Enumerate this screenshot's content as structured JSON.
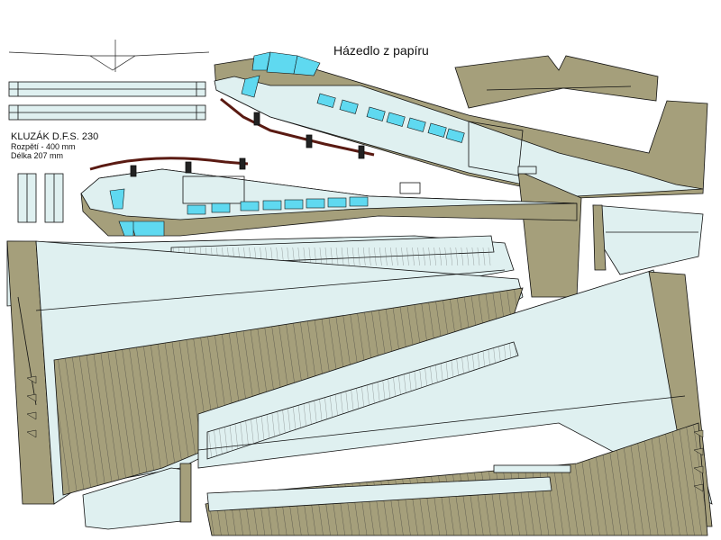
{
  "sheet": {
    "title": "Házedlo z papíru",
    "model_name": "KLUZÁK D.F.S. 230",
    "span_label": "Rozpětí - 400 mm",
    "length_label": "Délka 207 mm"
  },
  "colors": {
    "khaki": "#a59f7b",
    "light_blue": "#dff0f0",
    "window_blue": "#5fd9f0",
    "skid_brown": "#5a1a12",
    "line": "#111111"
  }
}
